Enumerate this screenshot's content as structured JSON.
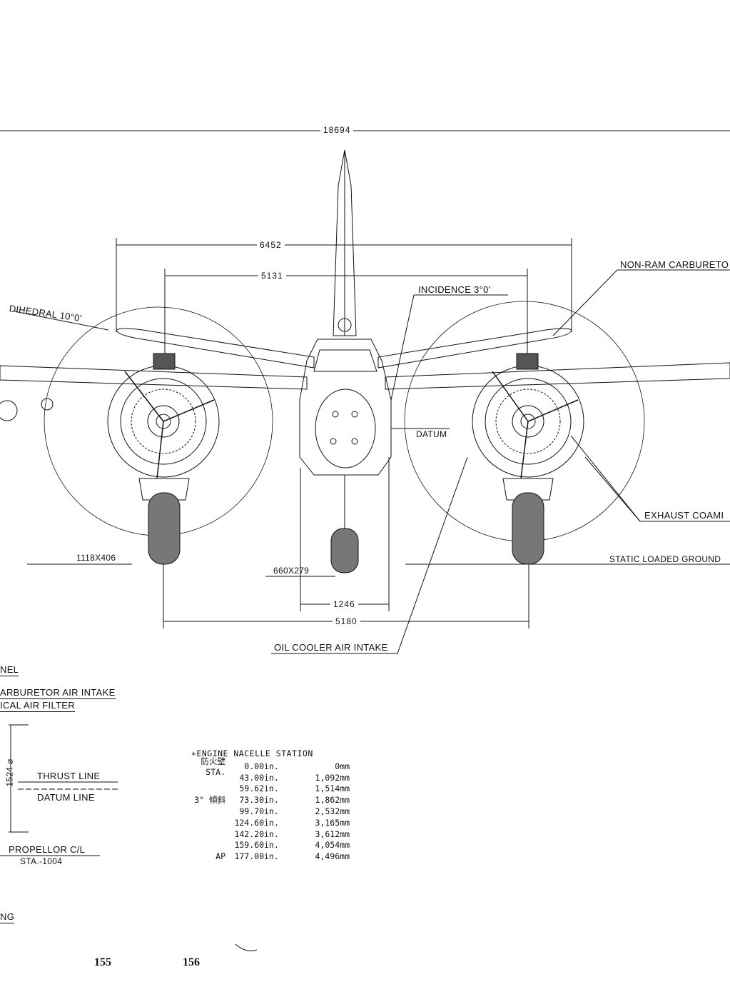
{
  "dimensions": {
    "overall_span": "18694",
    "engine_spacing_outer": "6452",
    "engine_spacing_inner": "5131",
    "gear_track": "5180",
    "nose_gear_width": "1246",
    "main_tire": "1118X406",
    "nose_tire": "660X279",
    "prop_diameter": "1524"
  },
  "callouts": {
    "dihedral": "DIHEDRAL 10°0′",
    "incidence": "INCIDENCE 3°0′",
    "datum": "DATUM",
    "non_ram": "NON-RAM CARBURETO",
    "exhaust": "EXHAUST COAMI",
    "static_ground": "STATIC LOADED GROUND",
    "oil_cooler": "OIL COOLER AIR INTAKE"
  },
  "left_labels": {
    "nel": "NEL",
    "carb_air_intake": "ARBURETOR AIR INTAKE",
    "air_filter": "ICAL AIR FILTER",
    "thrust_line": "THRUST LINE",
    "datum_line": "DATUM LINE",
    "propellor": "PROPELLOR C/L",
    "station": "STA.-1004",
    "ng": "NG",
    "dia_mark": "1524 ⌀"
  },
  "station_table": {
    "title": "∗ENGINE NACELLE STATION",
    "rows": [
      {
        "pre": "防火壁 STA.",
        "inch": "0.00",
        "unit": "in.",
        "mm": "0mm"
      },
      {
        "pre": "",
        "inch": "43.00",
        "unit": "in.",
        "mm": "1,092mm"
      },
      {
        "pre": "",
        "inch": "59.62",
        "unit": "in.",
        "mm": "1,514mm"
      },
      {
        "pre": "3° 傾斜",
        "inch": "73.30",
        "unit": "in.",
        "mm": "1,862mm"
      },
      {
        "pre": "",
        "inch": "99.70",
        "unit": "in.",
        "mm": "2,532mm"
      },
      {
        "pre": "",
        "inch": "124.60",
        "unit": "in.",
        "mm": "3,165mm"
      },
      {
        "pre": "",
        "inch": "142.20",
        "unit": "in.",
        "mm": "3,612mm"
      },
      {
        "pre": "",
        "inch": "159.60",
        "unit": "in.",
        "mm": "4,054mm"
      },
      {
        "pre": "AP",
        "inch": "177.00",
        "unit": "in.",
        "mm": "4,496mm"
      }
    ]
  },
  "page_numbers": {
    "left": "155",
    "right": "156"
  }
}
